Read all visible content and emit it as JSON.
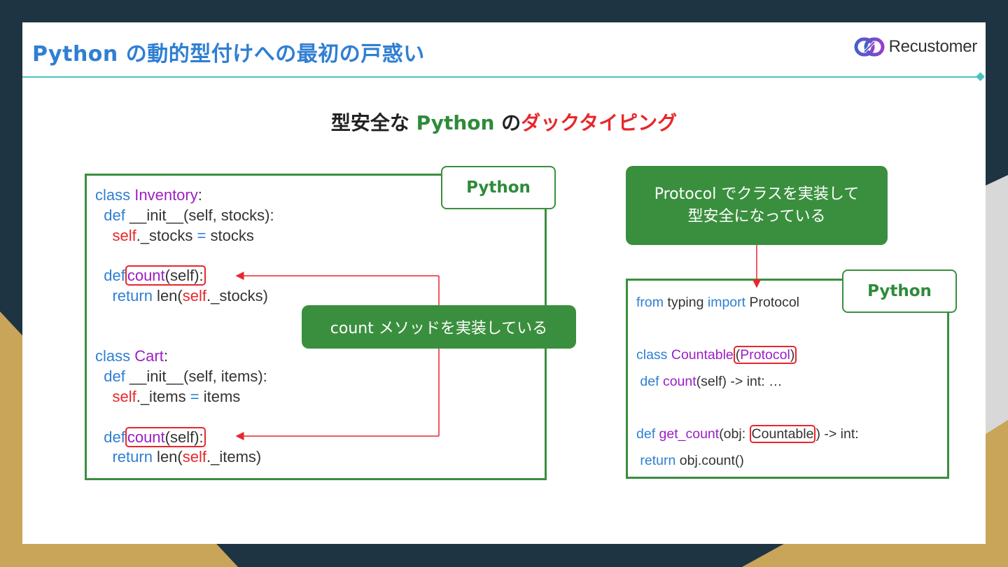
{
  "header": {
    "title": "Python の動的型付けへの最初の戸惑い",
    "brand": "Recustomer"
  },
  "subtitle": {
    "part1": "型安全な ",
    "part2": "Python",
    "part3": " の",
    "part4": "ダックタイピング"
  },
  "left_panel": {
    "tag": "Python",
    "callout": "count メソッドを実装している",
    "code": {
      "class1_kw": "class",
      "class1_name": "Inventory",
      "colon": ":",
      "def_kw": "def",
      "init_sig1": " __init__(self, stocks):",
      "self_kw": "self",
      "assign1_a": "._stocks ",
      "eq": "=",
      "assign1_b": " stocks",
      "count_name": "count",
      "count_sig": "(self):",
      "return_kw": "return",
      "len_open": " len(",
      "ret1_tail": "._stocks)",
      "class2_name": "Cart",
      "init_sig2": " __init__(self, items):",
      "assign2_a": "._items ",
      "assign2_b": " items",
      "ret2_tail": "._items)"
    }
  },
  "right_panel": {
    "tag": "Python",
    "callout_line1": "Protocol でクラスを実装して",
    "callout_line2": "型安全になっている",
    "code": {
      "from_kw": "from",
      "typing_mod": " typing ",
      "import_kw": "import",
      "protocol_imp": " Protocol",
      "class_kw": "class",
      "countable_name": "Countable",
      "paren_open": "(",
      "protocol_base": "Protocol",
      "paren_close": ")",
      "def_kw": "def",
      "count_name": "count",
      "count_sig": "(self) -> int: …",
      "get_count_name": "get_count",
      "obj_param": "(obj: ",
      "countable_type": "Countable",
      "ret_anno": ") -> int:",
      "return_kw": "return",
      "return_expr": " obj.count()"
    }
  },
  "colors": {
    "accent_blue": "#2f7fd3",
    "green": "#3a8f3e",
    "red": "#e8272c",
    "purple": "#9b1fc4",
    "teal_rule": "#4cc1c4",
    "dark_bg": "#1f3442",
    "gold_bg": "#c9a55a"
  }
}
